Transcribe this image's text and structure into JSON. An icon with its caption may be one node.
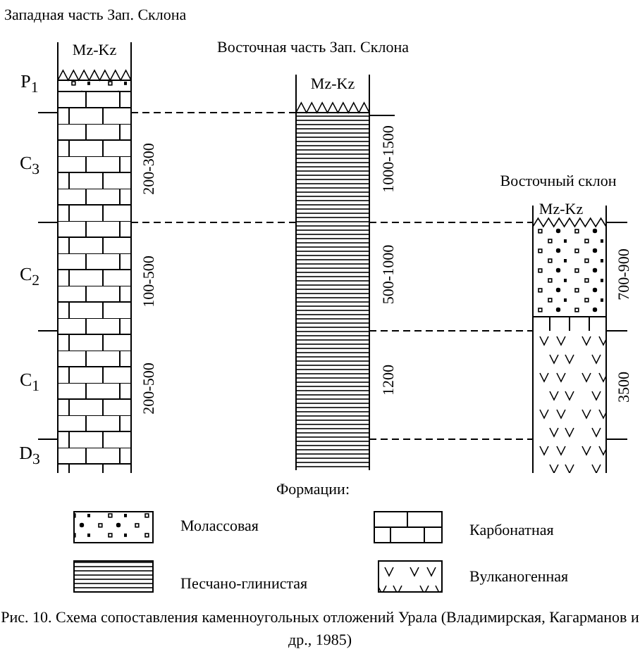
{
  "diagram": {
    "labels": [
      "Западная часть Зап. Склона",
      "Mz-Kz",
      "Восточная часть Зап. Склона",
      "Mz-Kz",
      "P$_{1}$",
      "C$_{3}$",
      "200-300",
      "1000-1500",
      "Восточный склон",
      "Mz-Kz",
      "C$_{2}$",
      "100-500",
      "500-1000",
      "700-900",
      "C$_{1}$",
      "200-500",
      "1200",
      "3500",
      "D$_{3}$",
      "Формации:"
    ],
    "legend": [
      {
        "text": "Молассовая"
      },
      {
        "text": "Карбонатная"
      },
      {
        "text": "Песчано-глинистая"
      },
      {
        "text": "Вулканогенная"
      }
    ],
    "caption": "Рис. 10. Схема сопоставления каменноугольных  отложений Урала (Владимирская, Кагарманов и др., 1985)"
  }
}
